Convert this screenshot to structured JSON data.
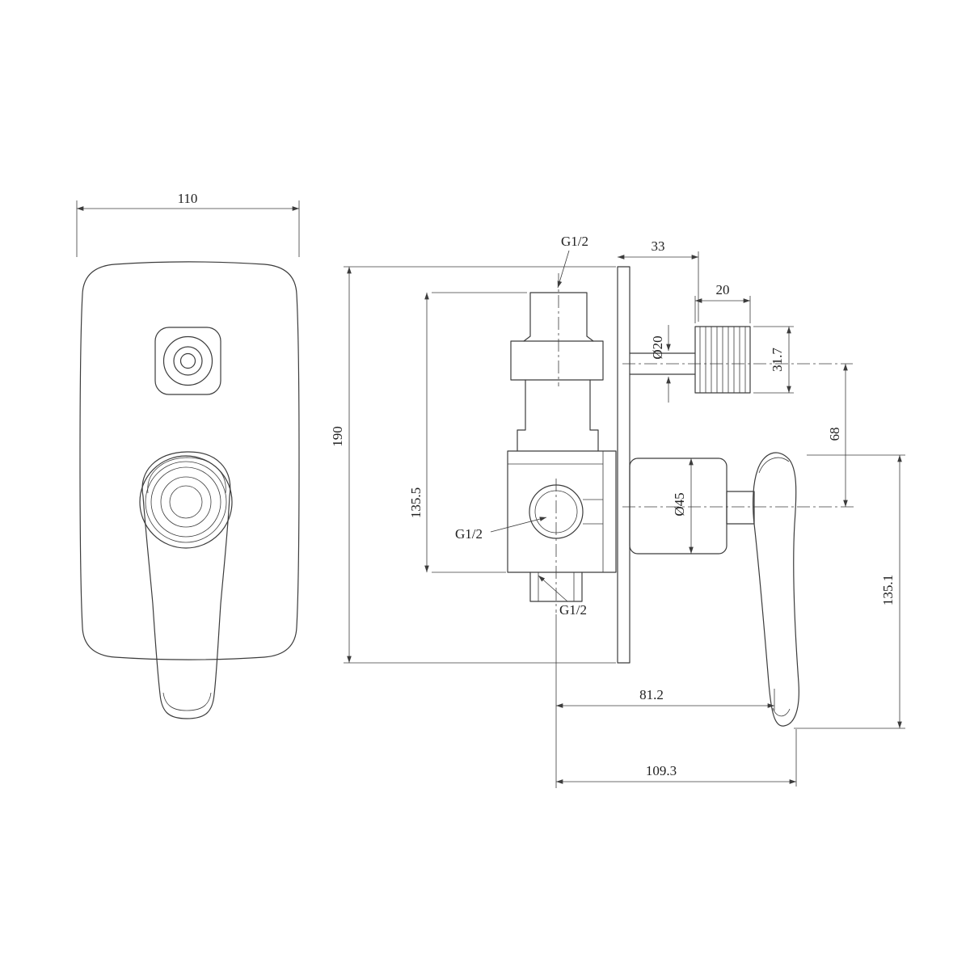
{
  "colors": {
    "line": "#3c3c3c",
    "background": "#ffffff"
  },
  "front_view": {
    "plate_width": "110"
  },
  "side_view": {
    "overall_height": "190",
    "cartridge_height": "135.5",
    "top_port_thread": "G1/2",
    "inlet_port_thread": "G1/2",
    "bottom_port_thread": "G1/2",
    "plate_to_outlet": "33",
    "knob_length": "20",
    "outlet_pipe_diameter": "Ø20",
    "knob_diameter": "31.7",
    "port_offset": "68",
    "escutcheon_diameter": "Ø45",
    "handle_length": "135.1",
    "center_to_escutcheon": "81.2",
    "overall_depth": "109.3"
  }
}
